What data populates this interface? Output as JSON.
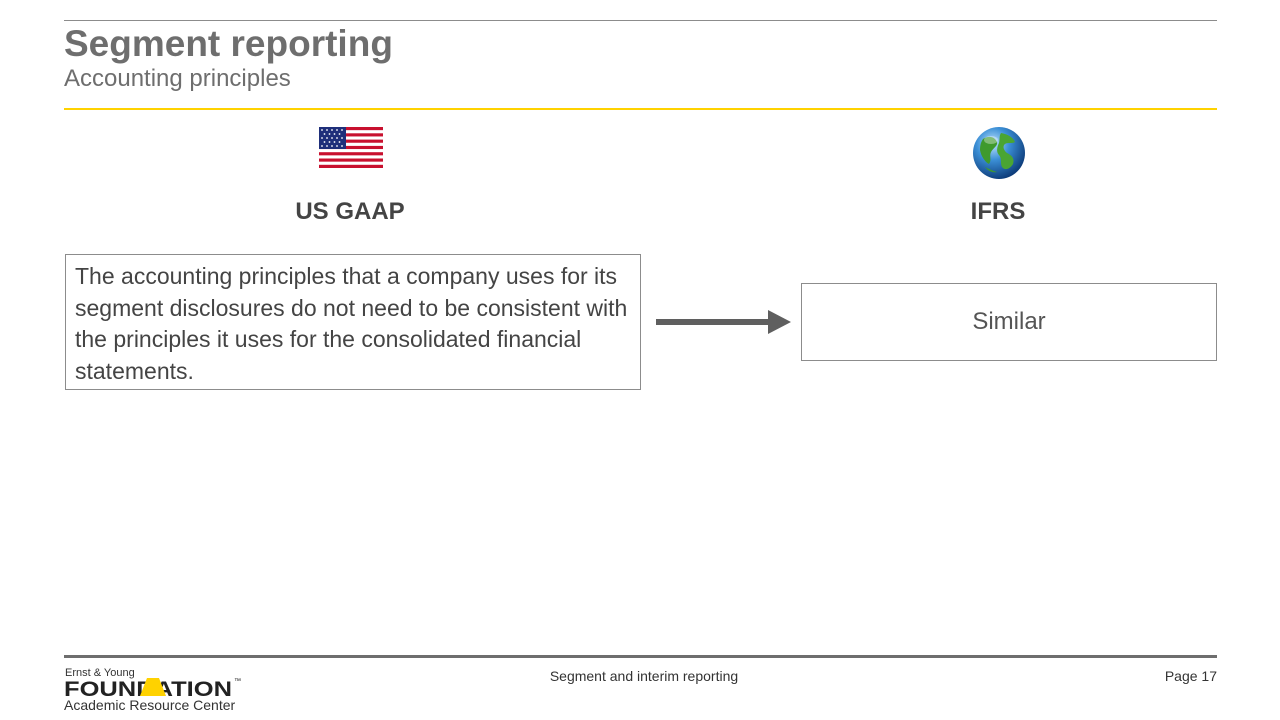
{
  "header": {
    "title": "Segment reporting",
    "subtitle": "Accounting principles"
  },
  "columns": {
    "us": {
      "heading": "US GAAP",
      "icon": "us-flag-icon",
      "text": "The accounting principles that a company uses for its segment disclosures do not need to be consistent with the principles it uses for the consolidated financial statements."
    },
    "ifrs": {
      "heading": "IFRS",
      "icon": "globe-icon",
      "text": "Similar"
    }
  },
  "footer": {
    "logo_top": "Ernst & Young",
    "logo_main": "FOUNDATION",
    "logo_tm": "™",
    "logo_sub": "Academic Resource Center",
    "center": "Segment and interim reporting",
    "page": "Page 17"
  },
  "colors": {
    "accent_yellow": "#ffd200",
    "title_gray": "#6e6e6e",
    "arrow_gray": "#5f5f5f"
  }
}
